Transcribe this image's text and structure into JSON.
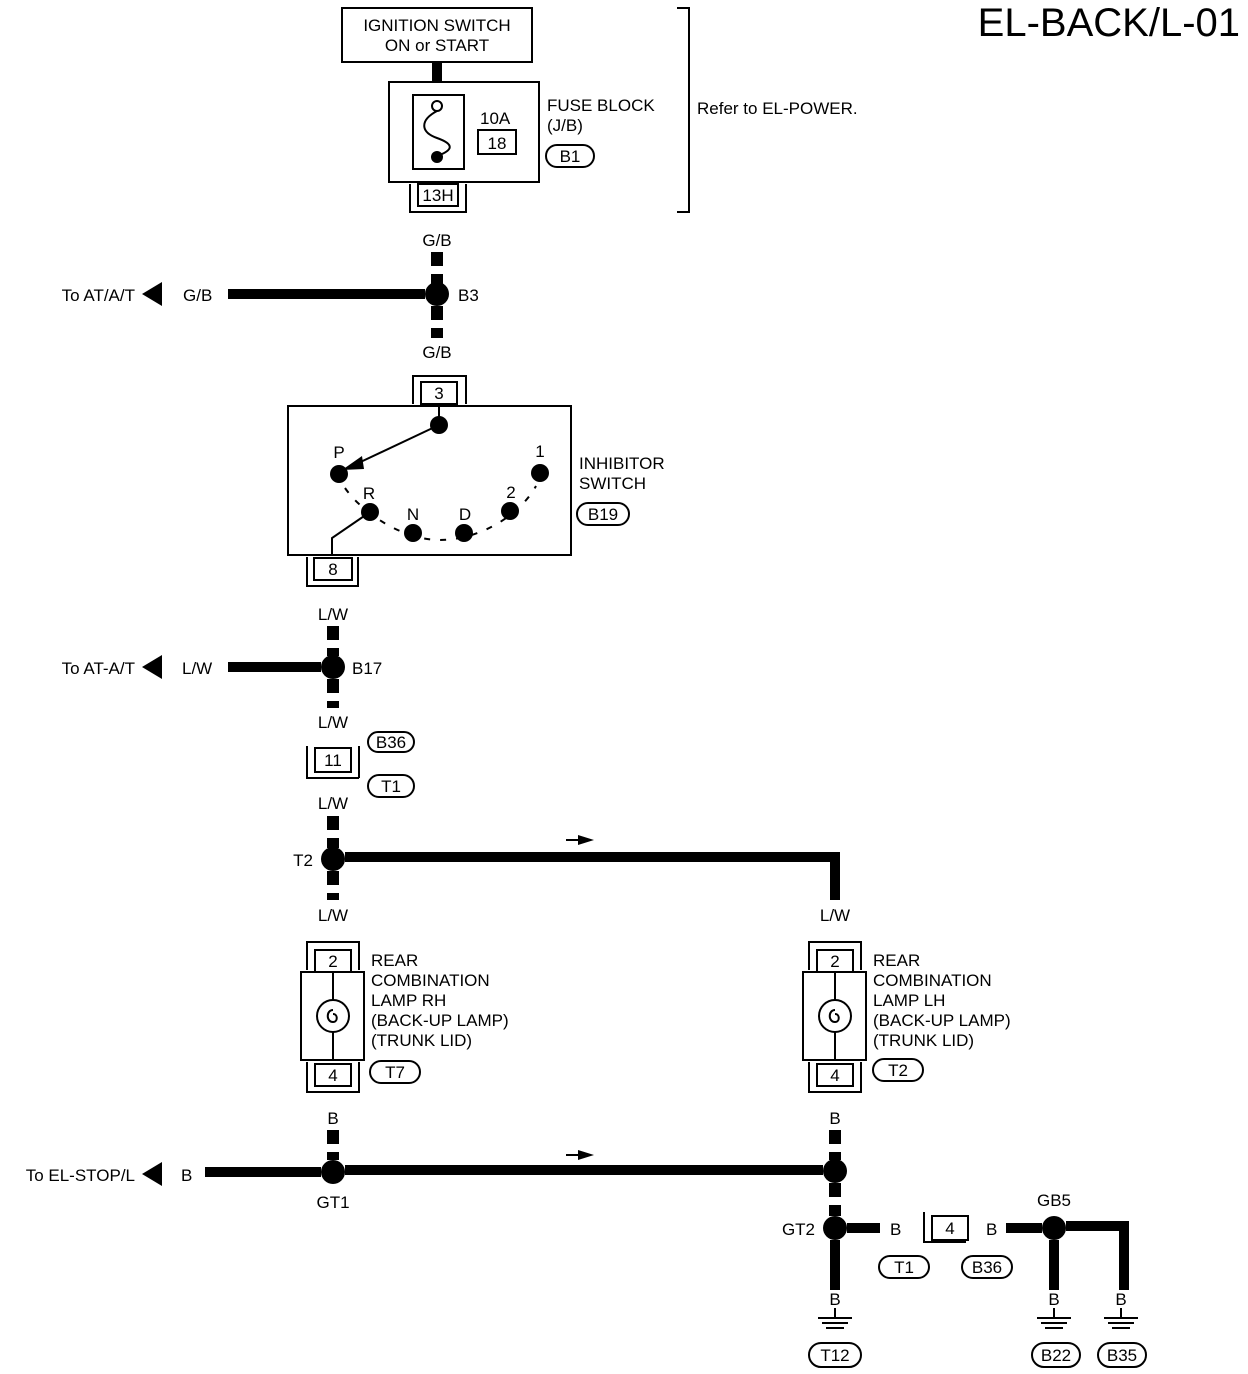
{
  "page_code": "EL-BACK/L-01",
  "ignition": {
    "line1": "IGNITION SWITCH",
    "line2": "ON or START"
  },
  "fuse": {
    "amp": "10A",
    "number": "18",
    "label1": "FUSE BLOCK",
    "label2": "(J/B)",
    "id": "B1",
    "connector": "13H"
  },
  "refer_note": "Refer to EL-POWER.",
  "wires": {
    "gb": "G/B",
    "lw": "L/W",
    "b": "B"
  },
  "branches": {
    "at_at": "To AT/A/T",
    "at_at2": "To AT-A/T",
    "el_stop": "To EL-STOP/L"
  },
  "joints": {
    "b3": "B3",
    "b17": "B17",
    "t2": "T2",
    "gt1": "GT1",
    "gt2": "GT2",
    "gb5": "GB5"
  },
  "inhibitor": {
    "label1": "INHIBITOR",
    "label2": "SWITCH",
    "id": "B19",
    "pin_in": "3",
    "pin_out": "8",
    "positions": {
      "p": "P",
      "r": "R",
      "n": "N",
      "d": "D",
      "two": "2",
      "one": "1"
    }
  },
  "connector_mid": {
    "pin": "11",
    "id_top": "B36",
    "id_bottom": "T1"
  },
  "lamp_rh": {
    "lines": [
      "REAR",
      "COMBINATION",
      "LAMP RH",
      "(BACK-UP LAMP)",
      "(TRUNK LID)"
    ],
    "pin_top": "2",
    "pin_bottom": "4",
    "id": "T7"
  },
  "lamp_lh": {
    "lines": [
      "REAR",
      "COMBINATION",
      "LAMP LH",
      "(BACK-UP LAMP)",
      "(TRUNK LID)"
    ],
    "pin_top": "2",
    "pin_bottom": "4",
    "id": "T2"
  },
  "ground_connector": {
    "pin": "4",
    "id_left": "T1",
    "id_right": "B36"
  },
  "grounds": {
    "t12": "T12",
    "b22": "B22",
    "b35": "B35"
  }
}
